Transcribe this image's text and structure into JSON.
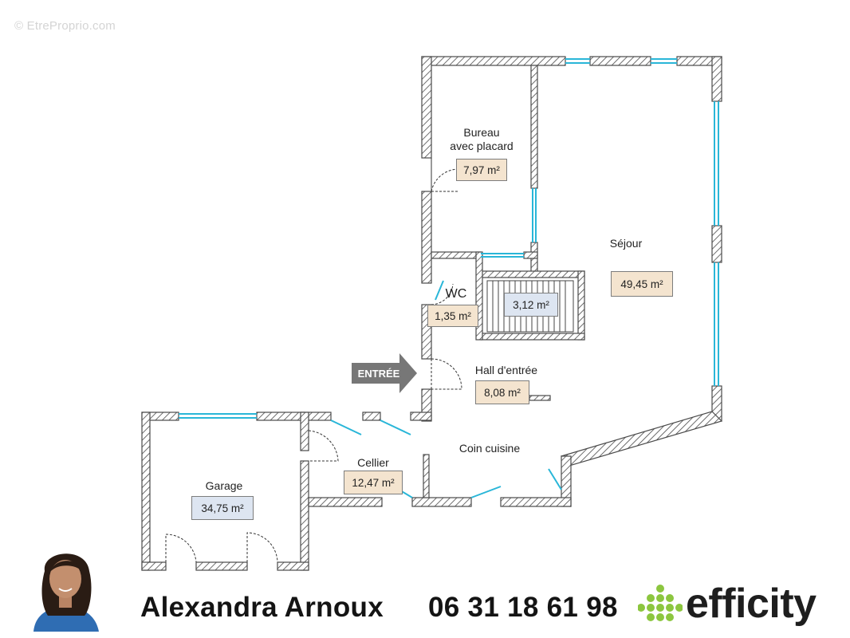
{
  "watermark": "© EtreProprio.com",
  "entry_label": "ENTRÉE",
  "rooms": {
    "bureau": {
      "label_line1": "Bureau",
      "label_line2": "avec placard",
      "area": "7,97 m²"
    },
    "sejour": {
      "label": "Séjour",
      "area": "49,45 m²"
    },
    "wc": {
      "label": "WC",
      "area": "1,35 m²"
    },
    "escalier": {
      "area": "3,12 m²"
    },
    "hall": {
      "label": "Hall d'entrée",
      "area": "8,08 m²"
    },
    "cuisine": {
      "label": "Coin cuisine"
    },
    "cellier": {
      "label": "Cellier",
      "area": "12,47 m²"
    },
    "garage": {
      "label": "Garage",
      "area": "34,75 m²"
    }
  },
  "agent": {
    "name": "Alexandra Arnoux",
    "phone": "06 31 18 61 98"
  },
  "brand": {
    "name": "efficity"
  },
  "colors": {
    "wall": "#4a4a4a",
    "window": "#29b6d8",
    "area_beige": "#f4e4cf",
    "area_blue": "#dde5f1",
    "arrow": "#777777",
    "brand_green": "#8cc63f"
  }
}
